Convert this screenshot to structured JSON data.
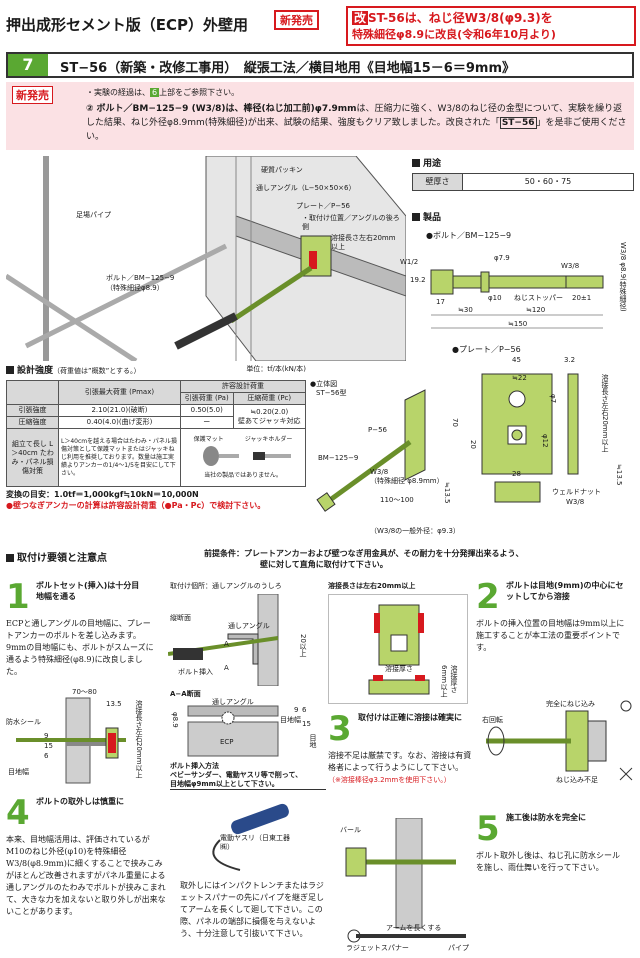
{
  "header": {
    "title": "押出成形セメント版（ECP）外壁用",
    "new_badge": "新発売",
    "notice_prefix": "改",
    "notice_line1": "ST-56は、ねじ径W3/8(φ9.3)を",
    "notice_line2": "特殊細径φ8.9に改良(令和6年10月より)"
  },
  "product": {
    "number": "7",
    "title": "ST−56（新築・改修工事用）　縦張工法／横目地用《目地幅15－6＝9mm》"
  },
  "notes": {
    "new_badge": "新発売",
    "bullet1_pre": "・実験の経過は、",
    "bullet1_num": "6",
    "bullet1_post": "上部をご参照下さい。",
    "item2_num": "②",
    "item2_bold": "ボルト／BM−125−9 (W3/8)は、棒径(ねじ加工前)φ7.9mm",
    "item2_rest": "は、圧縮力に強く、W3/8のねじ径の金型について、実験を繰り返した結果、ねじ外径φ8.9mm(特殊細径)が出来、試験の結果、強度もクリア致しました。改良された「",
    "item2_code": "ST−56",
    "item2_end": "」を是非ご使用ください。"
  },
  "install_fig": {
    "labels": [
      "硬質パッキン",
      "通しアングル（L−50×50×6）",
      "足場パイプ",
      "プレート／P−56",
      "・取付け位置／アングルの後ろ側",
      "溶接長さ左右20mm以上",
      "ボルト／BM−125−9",
      "（特殊細径φ8.9）"
    ]
  },
  "usage": {
    "heading": "用途",
    "row_label": "壁厚さ",
    "row_value": "50・60・75"
  },
  "products": {
    "heading": "製品",
    "bolt_label": "●ボルト／BM−125−9",
    "bolt_dims": [
      "W1/2",
      "19.2",
      "17",
      "φ7.9",
      "W3/8",
      "W3/8 φ8.9(特殊細径)",
      "φ10",
      "ねじストッパー",
      "20±1",
      "≒30",
      "≒120",
      "≒150"
    ],
    "plate_label": "●プレート／P−56",
    "plate_dims": [
      "45",
      "3.2",
      "≒22",
      "φ7",
      "溶接長さ左右20mm以上",
      "70",
      "φ12",
      "20",
      "28",
      "≒13.5",
      "≒13.5",
      "ウェルドナット",
      "W3/8"
    ]
  },
  "strength": {
    "heading": "設計強度",
    "heading_note": "（荷重値は”概数”とする。）",
    "unit": "単位：tf/本(kN/本)",
    "col_tensile": "引張最大荷重 (Pmax)",
    "col_allow": "許容設計荷重",
    "col_pa": "引張荷重 (Pa)",
    "col_pc": "圧縮荷重 (Pc)",
    "row1_label": "引張強度",
    "row1_max": "2.10(21.0)(破断)",
    "row1_pa": "0.50(5.0)",
    "row1_pc": "≒0.20(2.0)",
    "row1_pc2": "壁あてジャッキ対応",
    "row2_label": "圧縮強度",
    "row2_max": "0.40(4.0)(曲げ変形)",
    "row2_pa": "ー",
    "cond_label": "組立て長し L＞40cm たわみ・パネル損傷対策",
    "cond_text": "L＞40cmを越える場合はたわみ・パネル損傷対策として保護マットまたはジャッキねじ利用を推奨しております。数量は施工実績よりアンカーの1/4〜1/5を目安にして下さい。",
    "mat_label": "保護マット",
    "jack_label": "ジャッキホルダー",
    "product_note": "当社の製品ではありません。",
    "conversion": "変換の目安：1.0tf＝1,000kgf≒10kN＝10,000N",
    "warning": "●壁つなぎアンカーの計算は許容設計荷重（●Pa・Pc）で検討下さい。"
  },
  "iso": {
    "title": "●立体図",
    "subtitle": "ST−56型",
    "p_label": "P−56",
    "bm_label": "BM−125−9",
    "w_label": "W3/8",
    "w_note": "（特殊細径 φ8.9mm）",
    "len": "110〜100",
    "note": "（W3/8の一般外径：φ9.3）"
  },
  "procedure": {
    "heading": "取付け要領と注意点",
    "premise1": "前提条件：プレートアンカーおよび壁つなぎ用金具が、その耐力を十分発揮出来るよう、",
    "premise2": "壁に対して直角に取付けて下さい。",
    "step1_num": "1",
    "step1_title": "ボルトセット(挿入)は十分目地幅を通る",
    "step1_body": "ECPと通しアングルの目地幅に、プレートアンカーのボルトを差し込みます。9mmの目地幅にも、ボルトがスムーズに通るよう特殊細径(φ8.9)に改良しました。",
    "step1_dims": [
      "70〜80",
      "13.5",
      "防水シール",
      "9",
      "15",
      "6",
      "溶接長さ左右20mm以上",
      "目地幅"
    ],
    "mid_title": "取付け個所：通しアングルのうしろ",
    "mid_labels": [
      "縦断面",
      "通しアングル",
      "A",
      "A",
      "ボルト挿入",
      "20以上"
    ],
    "aa_title": "A−A断面",
    "aa_labels": [
      "通しアングル",
      "目地幅",
      "φ8.9",
      "ECP",
      "9",
      "6",
      "15",
      "目地",
      "ボルト挿入"
    ],
    "aa_note_title": "ボルト挿入方法",
    "aa_note1": "ベビーサンダー、電動ヤスリ等で削って、",
    "aa_note2": "目地幅φ9mm以上として下さい。",
    "weld_title": "溶接長さは左右20mm以上",
    "weld_labels": [
      "溶接厚さ",
      "6mm以上",
      "溶接厚さ"
    ],
    "step3_num": "3",
    "step3_title": "取付けは正確に溶接は確実に",
    "step3_body": "溶接不足は厳禁です。なお、溶接は有資格者によって行うようにして下さい。",
    "step3_note": "（※溶接棒径φ3.2mmを使用下さい。）",
    "step2_num": "2",
    "step2_title": "ボルトは目地(9mm)の中心にセットしてから溶接",
    "step2_body": "ボルトの挿入位置の目地幅は9mm以上に施工することが本工法の重要ポイントです。",
    "step2_ok": "完全にねじ込み",
    "step2_rot": "右回転",
    "step2_ng": "ねじ込み不足",
    "step4_num": "4",
    "step4_title": "ボルトの取外しは慎重に",
    "step4_body": "本来、目地幅活用は、評価されているがM10のねじ外径(φ10)を特殊細径W3/8(φ8.9mm)に細くすることで挟みこみがほとんど改善されますがパネル重量による通しアングルのたわみでボルトが挟みこまれて、大きな力を加えないと取り外しが出来ないことがあります。",
    "step4_tool": "電動ヤスリ（日東工器㈱）",
    "step4_right": "取外しにはインパクトレンチまたはラジェットスパナーの先にパイプを継ぎ足してアームを長くして廻して下さい。この際、パネルの端部に損傷を与えないよう、十分注意して引抜いて下さい。",
    "bar_label": "バール",
    "arm_label": "アームを長くする",
    "wrench_label": "ラジェットスパナー",
    "pipe_label": "パイプ",
    "step5_num": "5",
    "step5_title": "施工後は防水を完全に",
    "step5_body": "ボルト取外し後は、ねじ孔に防水シールを施し、雨仕舞いを行って下さい。"
  },
  "colors": {
    "accent_red": "#d7191e",
    "green": "#b8d46a",
    "number_green": "#5aa832",
    "pink": "#fbe1e4"
  }
}
